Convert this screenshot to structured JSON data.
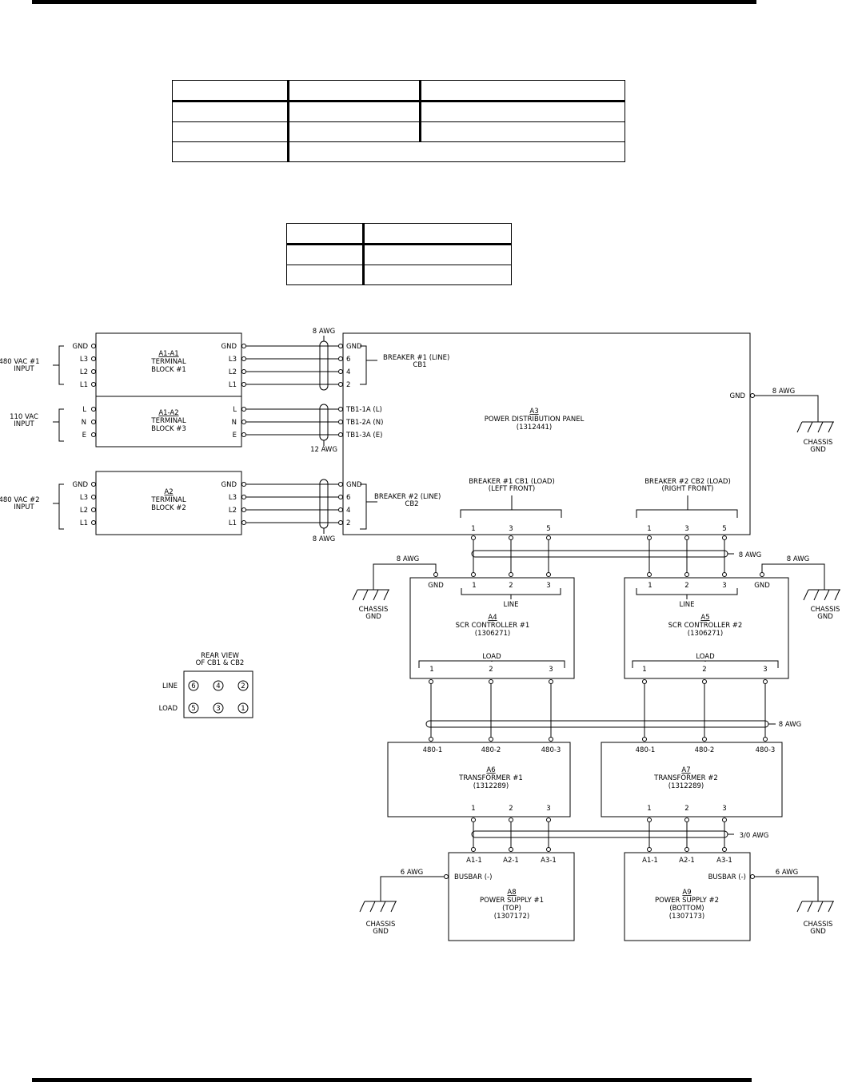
{
  "blocks": {
    "a1a1": {
      "ref": "A1-A1",
      "l1": "TERMINAL",
      "l2": "BLOCK #1",
      "left": [
        "GND",
        "L3",
        "L2",
        "L1"
      ],
      "right": [
        "GND",
        "L3",
        "L2",
        "L1"
      ]
    },
    "a1a2": {
      "ref": "A1-A2",
      "l1": "TERMINAL",
      "l2": "BLOCK #3",
      "left": [
        "L",
        "N",
        "E"
      ],
      "right": [
        "L",
        "N",
        "E"
      ]
    },
    "a2": {
      "ref": "A2",
      "l1": "TERMINAL",
      "l2": "BLOCK #2",
      "left": [
        "GND",
        "L3",
        "L2",
        "L1"
      ],
      "right": [
        "GND",
        "L3",
        "L2",
        "L1"
      ]
    },
    "a3": {
      "ref": "A3",
      "l1": "POWER DISTRIBUTION PANEL",
      "l2": "(1312441)",
      "gnd": "GND",
      "cb1_pins": [
        "GND",
        "6",
        "4",
        "2"
      ],
      "tb_pins": [
        "TB1-1A (L)",
        "TB1-2A (N)",
        "TB1-3A (E)"
      ],
      "cb2_pins": [
        "GND",
        "6",
        "4",
        "2"
      ]
    },
    "a4": {
      "ref": "A4",
      "l1": "SCR CONTROLLER #1",
      "l2": "(1306271)",
      "gnd": "GND",
      "line": "LINE",
      "load": "LOAD"
    },
    "a5": {
      "ref": "A5",
      "l1": "SCR CONTROLLER #2",
      "l2": "(1306271)",
      "gnd": "GND",
      "line": "LINE",
      "load": "LOAD"
    },
    "a6": {
      "ref": "A6",
      "l1": "TRANSFORMER #1",
      "l2": "(1312289)",
      "in": [
        "480-1",
        "480-2",
        "480-3"
      ]
    },
    "a7": {
      "ref": "A7",
      "l1": "TRANSFORMER #2",
      "l2": "(1312289)",
      "in": [
        "480-1",
        "480-2",
        "480-3"
      ]
    },
    "a8": {
      "ref": "A8",
      "l1": "POWER SUPPLY #1",
      "l2": "(TOP)",
      "l3": "(1307172)",
      "busbar": "BUSBAR (-)",
      "in": [
        "A1-1",
        "A2-1",
        "A3-1"
      ]
    },
    "a9": {
      "ref": "A9",
      "l1": "POWER SUPPLY #2",
      "l2": "(BOTTOM)",
      "l3": "(1307173)",
      "busbar": "BUSBAR (-)",
      "in": [
        "A1-1",
        "A2-1",
        "A3-1"
      ]
    }
  },
  "inputs": {
    "in1": [
      "480 VAC #1",
      "INPUT"
    ],
    "in2": [
      "110 VAC",
      "INPUT"
    ],
    "in3": [
      "480 VAC #2",
      "INPUT"
    ]
  },
  "breakers": {
    "cb1_line": [
      "BREAKER #1 (LINE)",
      "CB1"
    ],
    "cb2_line": [
      "BREAKER #2 (LINE)",
      "CB2"
    ],
    "cb1_load": [
      "BREAKER #1 CB1 (LOAD)",
      "(LEFT FRONT)"
    ],
    "cb2_load": [
      "BREAKER #2 CB2 (LOAD)",
      "(RIGHT FRONT)"
    ]
  },
  "wires": {
    "awg8": "8 AWG",
    "awg12": "12 AWG",
    "awg6": "6 AWG",
    "awg30": "3/0 AWG"
  },
  "chassis": [
    "CHASSIS",
    "GND"
  ],
  "phase_out": [
    "1",
    "3",
    "5"
  ],
  "phase_in": [
    "1",
    "2",
    "3"
  ],
  "rear_view": {
    "title1": "REAR VIEW",
    "title2": "OF CB1 & CB2",
    "line_label": "LINE",
    "load_label": "LOAD",
    "line_pins": [
      "6",
      "4",
      "2"
    ],
    "load_pins": [
      "5",
      "3",
      "1"
    ]
  }
}
